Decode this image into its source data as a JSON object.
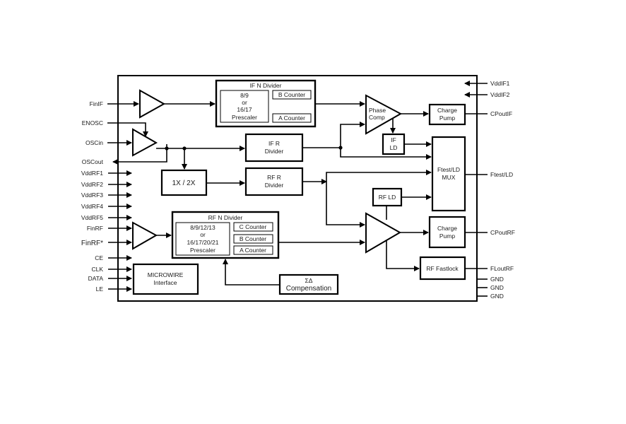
{
  "diagram": {
    "type": "block-diagram",
    "title": "",
    "colors": {
      "stroke": "#000000",
      "text": "#1a1a1a",
      "background": "#ffffff"
    },
    "pins_left": [
      {
        "label": "FinIF",
        "direction": "in"
      },
      {
        "label": "ENOSC",
        "direction": "in"
      },
      {
        "label": "OSCin",
        "direction": "in"
      },
      {
        "label": "OSCout",
        "direction": "out"
      },
      {
        "label": "VddRF1",
        "direction": "in"
      },
      {
        "label": "VddRF2",
        "direction": "in"
      },
      {
        "label": "VddRF3",
        "direction": "in"
      },
      {
        "label": "VddRF4",
        "direction": "in"
      },
      {
        "label": "VddRF5",
        "direction": "in"
      },
      {
        "label": "FinRF",
        "direction": "in"
      },
      {
        "label": "FinRF*",
        "direction": "in"
      },
      {
        "label": "CE",
        "direction": "in"
      },
      {
        "label": "CLK",
        "direction": "in"
      },
      {
        "label": "DATA",
        "direction": "in"
      },
      {
        "label": "LE",
        "direction": "in"
      }
    ],
    "pins_right": [
      {
        "label": "VddIF1",
        "direction": "in"
      },
      {
        "label": "VddIF2",
        "direction": "in"
      },
      {
        "label": "CPoutIF",
        "direction": "out"
      },
      {
        "label": "Ftest/LD",
        "direction": "out"
      },
      {
        "label": "CPoutRF",
        "direction": "out"
      },
      {
        "label": "FLoutRF",
        "direction": "out"
      },
      {
        "label": "GND",
        "direction": "none"
      },
      {
        "label": "GND",
        "direction": "none"
      },
      {
        "label": "GND",
        "direction": "none"
      }
    ],
    "blocks": {
      "if_n_divider": {
        "title": "IF N Divider",
        "prescaler": [
          "8/9",
          "or",
          "16/17",
          "Prescaler"
        ],
        "counters": [
          "B Counter",
          "A Counter"
        ]
      },
      "if_r_divider": [
        "IF R",
        "Divider"
      ],
      "rf_r_divider": [
        "RF R",
        "Divider"
      ],
      "multiplier": "1X / 2X",
      "phase_comp": [
        "Phase",
        "Comp"
      ],
      "charge_pump_if": [
        "Charge",
        "Pump"
      ],
      "if_ld": [
        "IF",
        "LD"
      ],
      "mux": [
        "Ftest/LD",
        "MUX"
      ],
      "rf_ld": "RF LD",
      "charge_pump_rf": [
        "Charge",
        "Pump"
      ],
      "rf_fastlock": "RF Fastlock",
      "rf_n_divider": {
        "title": "RF N Divider",
        "prescaler": [
          "8/9/12/13",
          "or",
          "16/17/20/21",
          "Prescaler"
        ],
        "counters": [
          "C Counter",
          "B Counter",
          "A Counter"
        ]
      },
      "microwire": [
        "MICROWIRE",
        "Interface"
      ],
      "sigma_delta": [
        "ΣΔ",
        "Compensation"
      ]
    }
  }
}
